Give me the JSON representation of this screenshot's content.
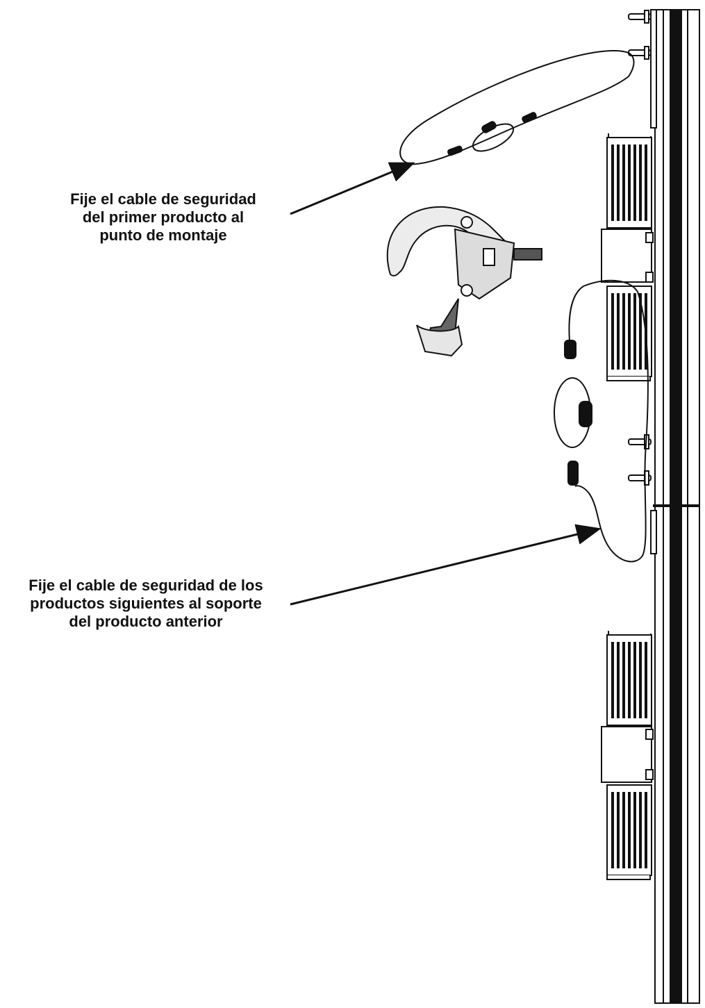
{
  "callouts": [
    {
      "id": "first-product",
      "lines": [
        "Fije el cable de seguridad",
        "del primer producto al",
        "punto de montaje"
      ]
    },
    {
      "id": "following-products",
      "lines": [
        "Fije el cable de seguridad de los",
        "productos siguientes al soporte",
        "del producto anterior"
      ]
    }
  ],
  "colors": {
    "line": "#111111",
    "background": "#ffffff",
    "fill_light": "#e6e6e6",
    "fill_mid": "#cfcfcf"
  },
  "icons": [
    "truss-rail",
    "light-fixture",
    "safety-cable",
    "carabiner",
    "mounting-clamp",
    "callout-arrow"
  ]
}
